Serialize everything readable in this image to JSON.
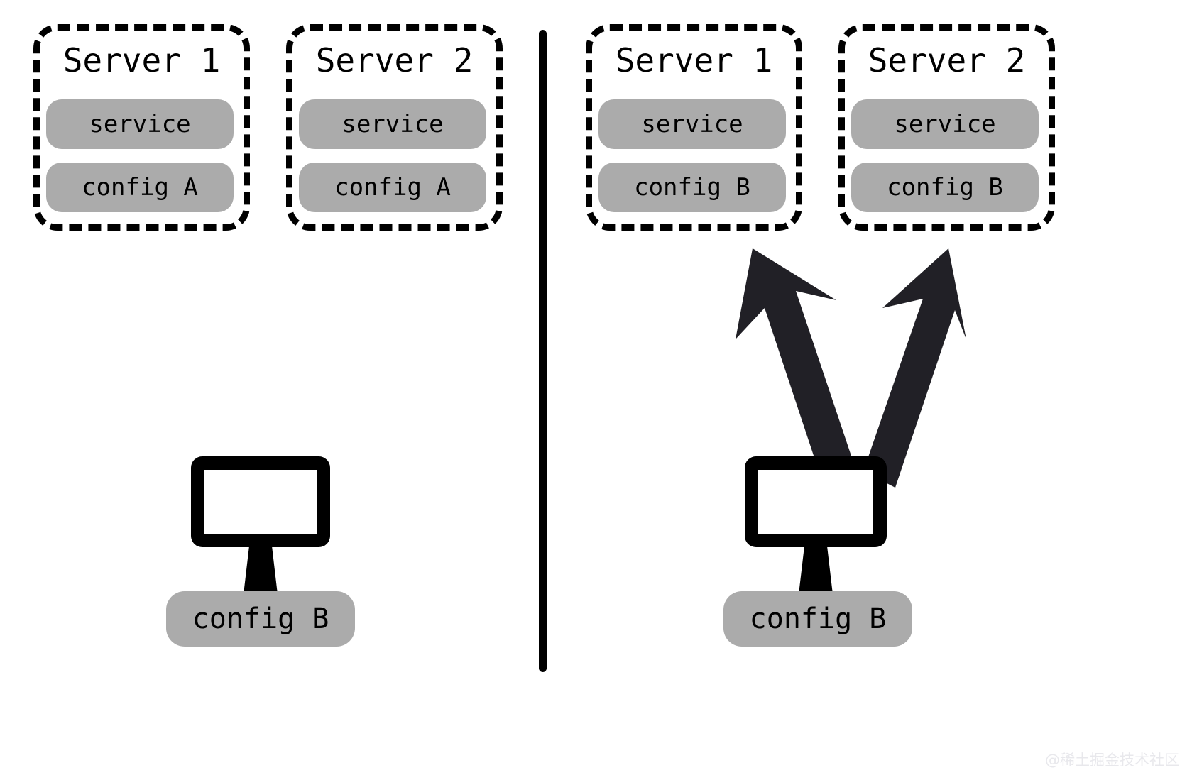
{
  "diagram": {
    "title_hidden": "",
    "left_panel": {
      "servers": [
        {
          "name": "Server 1",
          "chips": [
            {
              "label": "service"
            },
            {
              "label": "config A"
            }
          ]
        },
        {
          "name": "Server 2",
          "chips": [
            {
              "label": "service"
            },
            {
              "label": "config A"
            }
          ]
        }
      ],
      "client": {
        "icon": "desktop-monitor-icon",
        "config_label": "config B"
      },
      "arrows": []
    },
    "right_panel": {
      "servers": [
        {
          "name": "Server 1",
          "chips": [
            {
              "label": "service"
            },
            {
              "label": "config B"
            }
          ]
        },
        {
          "name": "Server 2",
          "chips": [
            {
              "label": "service"
            },
            {
              "label": "config B"
            }
          ]
        }
      ],
      "client": {
        "icon": "desktop-monitor-icon",
        "config_label": "config B"
      },
      "arrows": [
        {
          "name": "push-arrow-to-server-1",
          "direction": "up-left"
        },
        {
          "name": "push-arrow-to-server-2",
          "direction": "up-right"
        }
      ]
    },
    "divider": {
      "orientation": "vertical"
    },
    "watermark": "@稀土掘金技术社区",
    "colors": {
      "chip_gray": "#ababab",
      "stroke_black": "#000000",
      "arrow_dark": "#212026",
      "background": "#ffffff",
      "watermark_gray": "#e8e8ec"
    }
  }
}
